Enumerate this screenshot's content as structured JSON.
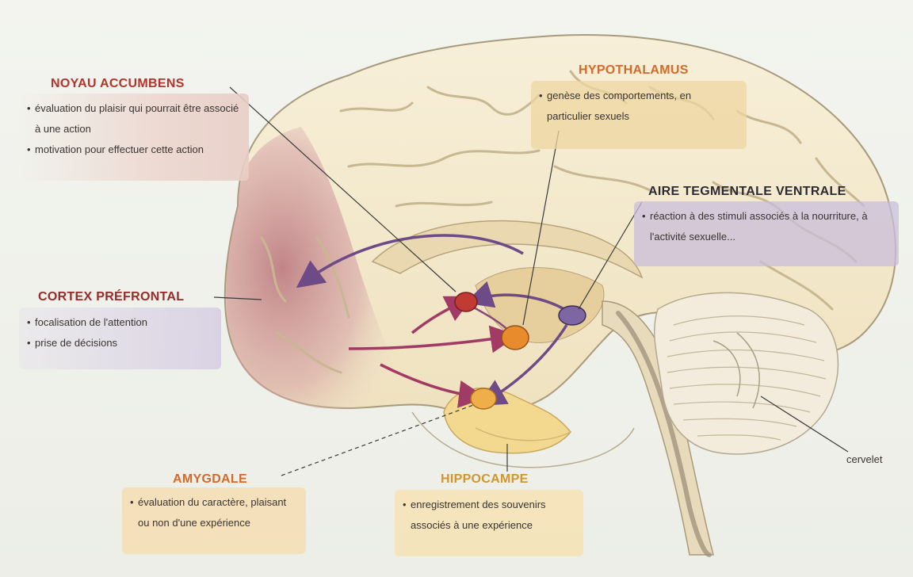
{
  "regions": {
    "noyau": {
      "title": "NOYAU ACCUMBENS",
      "points": [
        "évaluation du plaisir qui pourrait être associé à une action",
        "motivation pour effectuer cette action"
      ],
      "color": "#b0352b"
    },
    "hypothalamus": {
      "title": "HYPOTHALAMUS",
      "points": [
        "genèse des comportements, en particulier sexuels"
      ],
      "color": "#d46a2a"
    },
    "atv": {
      "title": "AIRE TEGMENTALE VENTRALE",
      "points": [
        "réaction à des stimuli associés à la nourriture, à l'activité sexuelle..."
      ],
      "color": "#2d2a33"
    },
    "cortex": {
      "title": "CORTEX PRÉFRONTAL",
      "points": [
        "focalisation de l'attention",
        "prise de décisions"
      ],
      "color": "#9a2a2a"
    },
    "amygdale": {
      "title": "AMYGDALE",
      "points": [
        "évaluation du caractère, plaisant ou non d'une expérience"
      ],
      "color": "#d46a2a"
    },
    "hippocampe": {
      "title": "HIPPOCAMPE",
      "points": [
        "enregistrement des souvenirs associés à une expérience"
      ],
      "color": "#d3962a"
    },
    "cervelet": {
      "title": "cervelet"
    }
  },
  "colors": {
    "brain_fill": "#f1e6c8",
    "cortex_tint": "#c98e96",
    "arrow_purple": "#6e4a86",
    "arrow_magenta": "#a23a66"
  }
}
